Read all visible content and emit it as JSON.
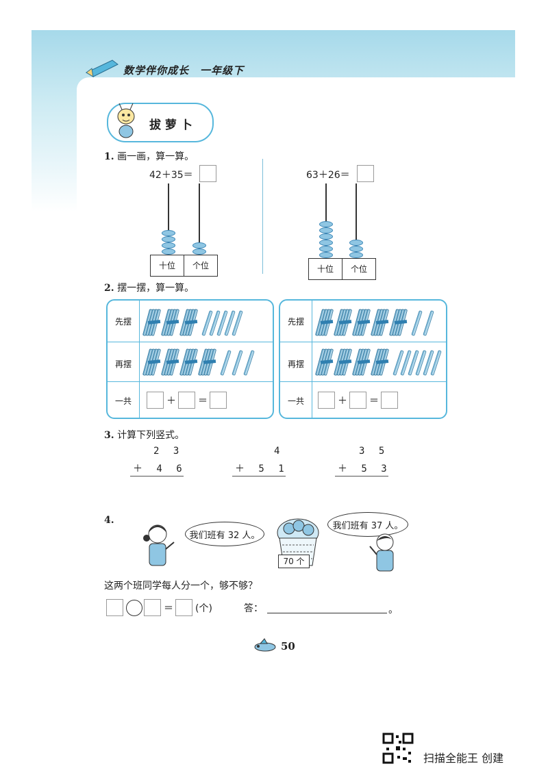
{
  "header": {
    "title": "数学伴你成长　一年级下"
  },
  "section": {
    "title": "拔 萝 卜"
  },
  "q1": {
    "number": "1.",
    "prompt": "画一画，算一算。",
    "left": {
      "expr": "42＋35＝",
      "tens_label": "十位",
      "ones_label": "个位",
      "tens_beads": 4,
      "ones_beads": 2
    },
    "right": {
      "expr": "63＋26＝",
      "tens_label": "十位",
      "ones_label": "个位",
      "tens_beads": 6,
      "ones_beads": 3
    }
  },
  "q2": {
    "number": "2.",
    "prompt": "摆一摆，算一算。",
    "row_labels": [
      "先摆",
      "再摆",
      "一共"
    ],
    "left": {
      "first": {
        "bundles": 3,
        "sticks": 5
      },
      "second": {
        "bundles": 4,
        "sticks": 3
      }
    },
    "right": {
      "first": {
        "bundles": 5,
        "sticks": 2
      },
      "second": {
        "bundles": 4,
        "sticks": 6
      }
    },
    "plus": "＋",
    "equals": "＝"
  },
  "q3": {
    "number": "3.",
    "prompt": "计算下列竖式。",
    "problems": [
      {
        "top": "2 3",
        "bottom": "＋ 4 6"
      },
      {
        "top": "4",
        "bottom": "＋ 5 1"
      },
      {
        "top": "3 5",
        "bottom": "＋ 5 3"
      }
    ]
  },
  "q4": {
    "number": "4.",
    "girl_speech": "我们班有 32 人。",
    "boy_speech": "我们班有 37 人。",
    "basket_label": "70 个",
    "question": "这两个班同学每人分一个，够不够？",
    "equals": "＝",
    "unit": "(个)",
    "answer_label": "答：",
    "answer_end": "。"
  },
  "page_number": "50",
  "watermark": {
    "text": "扫描全能王 创建"
  },
  "colors": {
    "accent": "#56b7dc",
    "header_band": "#a6d9ea",
    "bead": "#8fc6e3"
  }
}
